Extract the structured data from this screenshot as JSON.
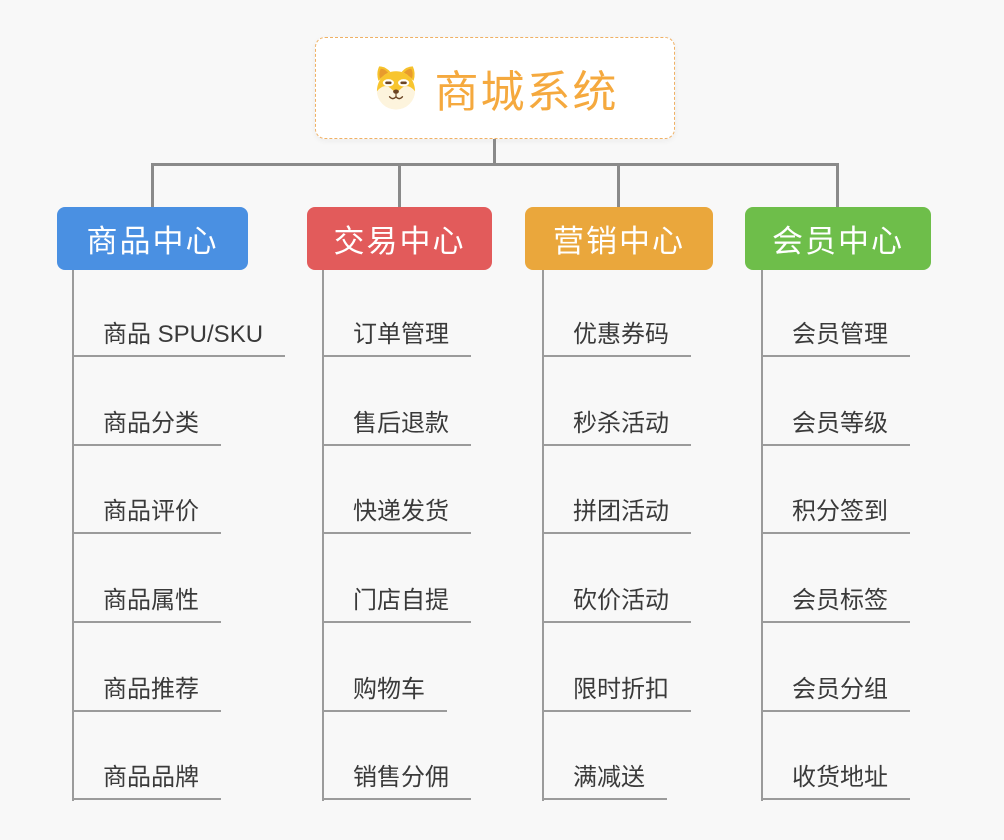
{
  "root": {
    "label": "商城系统",
    "icon": "dog-face-icon",
    "text_color": "#f5a93e",
    "border_color": "#f0b164",
    "background": "#ffffff"
  },
  "columns": [
    {
      "label": "商品中心",
      "color": "#4a90e2",
      "items": [
        "商品 SPU/SKU",
        "商品分类",
        "商品评价",
        "商品属性",
        "商品推荐",
        "商品品牌"
      ]
    },
    {
      "label": "交易中心",
      "color": "#e25b5b",
      "items": [
        "订单管理",
        "售后退款",
        "快递发货",
        "门店自提",
        "购物车",
        "销售分佣"
      ]
    },
    {
      "label": "营销中心",
      "color": "#eaa73c",
      "items": [
        "优惠券码",
        "秒杀活动",
        "拼团活动",
        "砍价活动",
        "限时折扣",
        "满减送"
      ]
    },
    {
      "label": "会员中心",
      "color": "#6ebe4a",
      "items": [
        "会员管理",
        "会员等级",
        "积分签到",
        "会员标签",
        "会员分组",
        "收货地址"
      ]
    }
  ],
  "style": {
    "connector_color": "#8a8a8a",
    "underline_color": "#9b9b9b",
    "background_color": "#f8f8f8",
    "leaf_text_color": "#3a3a3a",
    "node_text_color": "#ffffff"
  }
}
